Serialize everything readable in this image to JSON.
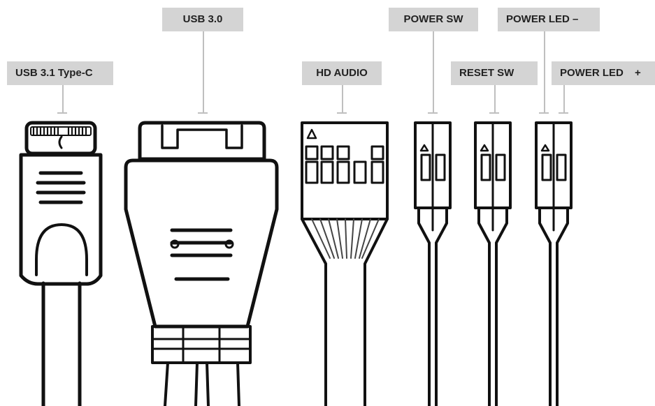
{
  "labels": {
    "usb_typec": "USB 3.1 Type-C",
    "usb30": "USB 3.0",
    "hd_audio": "HD AUDIO",
    "power_sw": "POWER SW",
    "reset_sw": "RESET SW",
    "power_led": "POWER LED",
    "power_led_minus": "POWER LED –",
    "plus": "+"
  },
  "colors": {
    "outline": "#111111",
    "label_bg": "#d4d4d4",
    "leader": "#bfbfbf"
  }
}
